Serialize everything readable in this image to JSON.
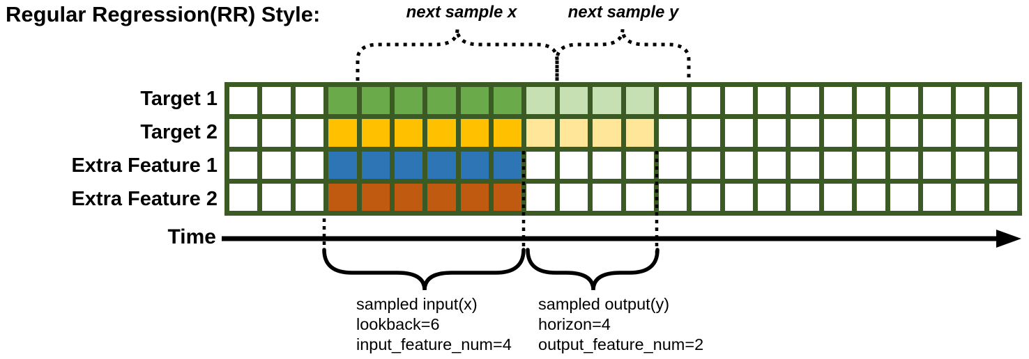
{
  "title": "Regular Regression(RR) Style:",
  "colors": {
    "grid_border": "#3C5B24",
    "annotation_black": "#000000"
  },
  "top_annotations": {
    "next_sample_x": "next sample x",
    "next_sample_y": "next sample y"
  },
  "time_axis": {
    "label": "Time"
  },
  "grid": {
    "columns": 24,
    "rows": [
      {
        "label": "Target 1",
        "type": "target",
        "solid_color": "#6BAA4B",
        "light_color": "#C6DFB3",
        "solid_cols": [
          3,
          8
        ],
        "light_cols": [
          9,
          12
        ]
      },
      {
        "label": "Target 2",
        "type": "target",
        "solid_color": "#FFC000",
        "light_color": "#FFE699",
        "solid_cols": [
          3,
          8
        ],
        "light_cols": [
          9,
          12
        ]
      },
      {
        "label": "Extra Feature 1",
        "type": "feature",
        "solid_color": "#2E75B6",
        "light_color": null,
        "solid_cols": [
          3,
          8
        ],
        "light_cols": null
      },
      {
        "label": "Extra Feature 2",
        "type": "feature",
        "solid_color": "#C15A11",
        "light_color": null,
        "solid_cols": [
          3,
          8
        ],
        "light_cols": null
      }
    ]
  },
  "bottom_annotations": {
    "input": {
      "lines": [
        "sampled input(x)",
        "lookback=6",
        "input_feature_num=4"
      ]
    },
    "output": {
      "lines": [
        "sampled output(y)",
        "horizon=4",
        "output_feature_num=2"
      ]
    }
  },
  "sampling_params": {
    "lookback": 6,
    "horizon": 4,
    "input_feature_num": 4,
    "output_feature_num": 2
  }
}
